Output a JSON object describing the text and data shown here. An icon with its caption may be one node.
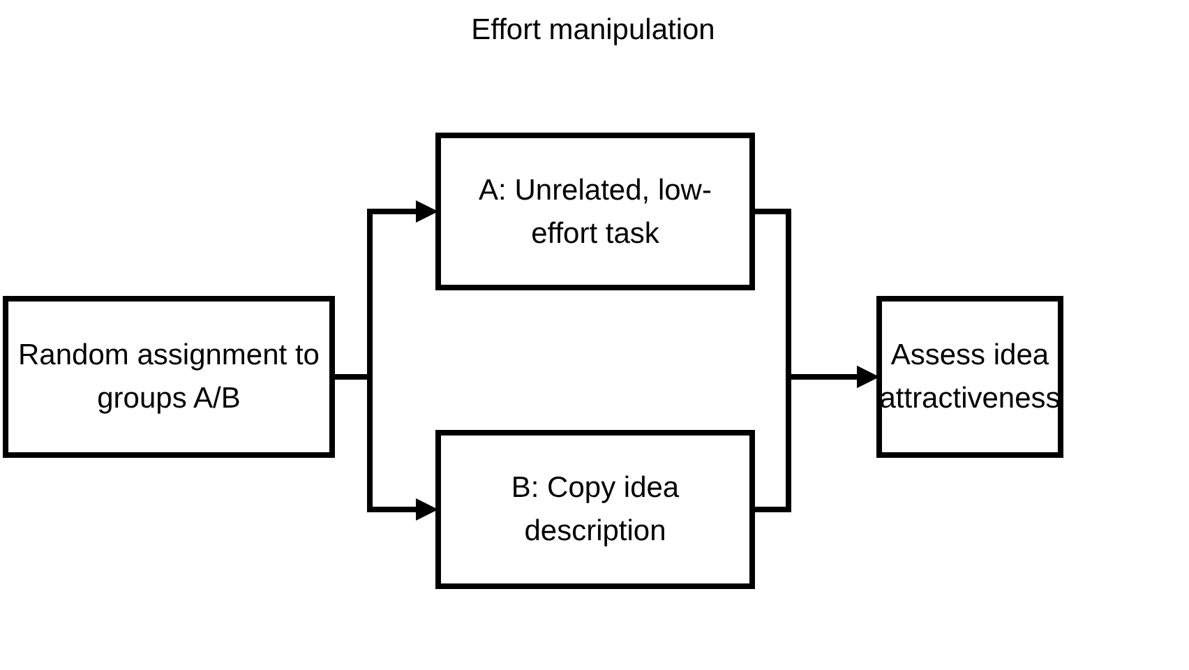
{
  "diagram": {
    "nodes": [
      {
        "text": [
          "Random assignment to groups A/B"
        ]
      },
      {
        "text": [
          "A: Unrelated, low-effort task"
        ]
      },
      {
        "text": [
          "B: Copy idea description"
        ]
      },
      {
        "text": [
          "Assess idea attractiveness"
        ]
      }
    ],
    "edges": [
      {
        "from": 0,
        "to": 1,
        "arrow": "to"
      },
      {
        "from": 0,
        "to": 2,
        "arrow": "to"
      },
      {
        "from": 1,
        "to": 3,
        "arrow": "to"
      },
      {
        "from": 2,
        "to": 3,
        "arrow": "to"
      }
    ],
    "labels": [
      "Effort manipulation"
    ]
  }
}
